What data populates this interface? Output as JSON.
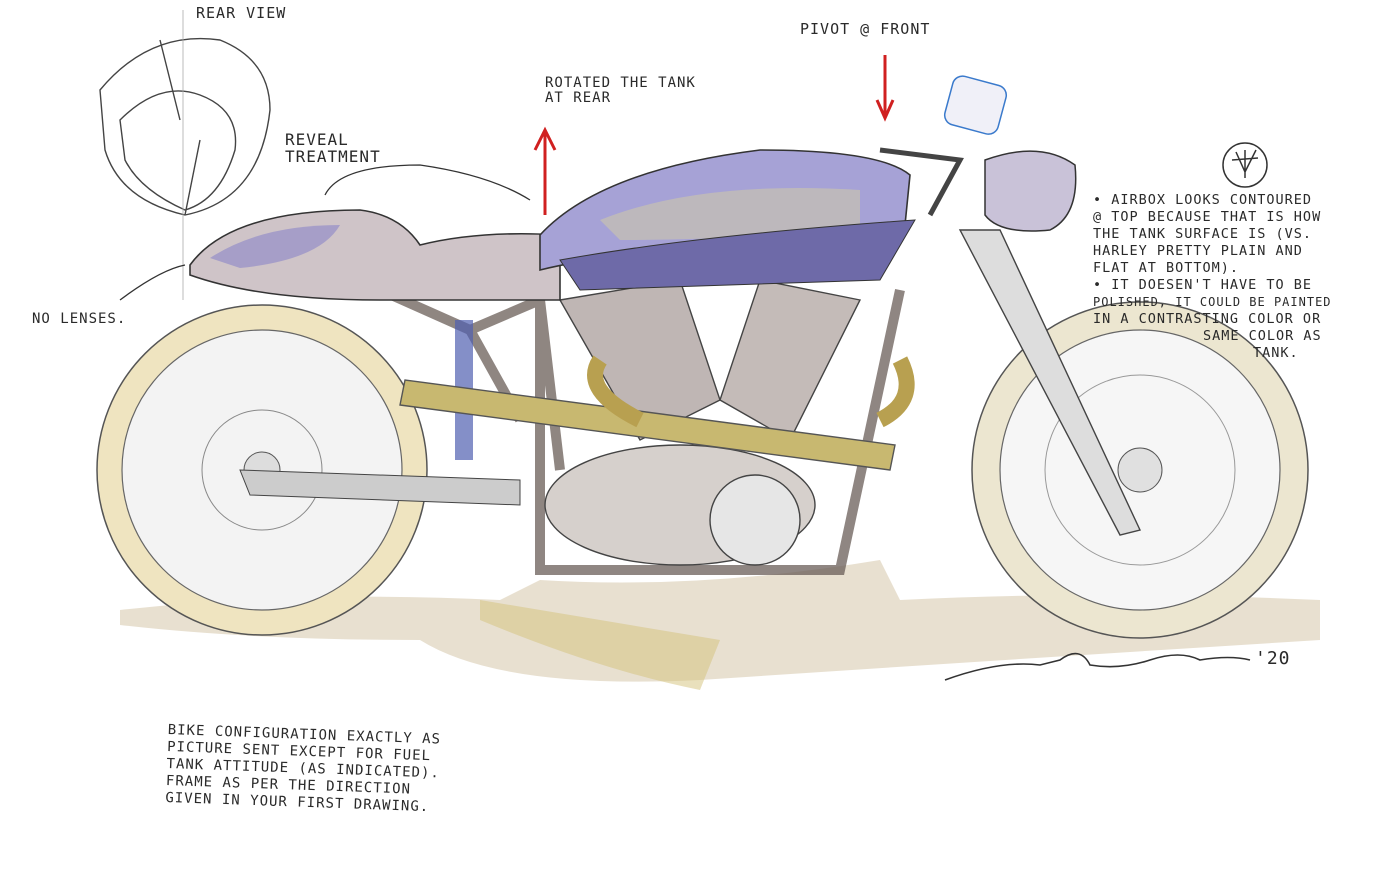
{
  "annotations": {
    "rear_view": "Rear view",
    "pivot": "Pivot @ front",
    "rotated_tank": [
      "Rotated the tank",
      "at rear"
    ],
    "reveal": [
      "Reveal",
      "treatment"
    ],
    "no_lenses": "No lenses.",
    "right_notes": [
      "• Airbox looks contoured",
      "@ top because that is how",
      "the tank surface is (vs.",
      "Harley pretty plain and",
      "flat at bottom).",
      "• It doesen't have to be",
      "polished, it could be painted",
      "in a contrasting color or",
      "same color as",
      "tank."
    ],
    "bottom_note": [
      "Bike configuration exactly as",
      "picture sent except for fuel",
      "tank attitude (as indicated).",
      "Frame as per the direction",
      "given in your first drawing."
    ],
    "signature": "'20"
  },
  "colors": {
    "ink": "#2a2a2a",
    "tank_purple": "#8a86c8",
    "marker_yellow": "#c8b870",
    "marker_taupe": "#b8aaa0",
    "red_arrow": "#d02020",
    "blue_pencil": "#3a7acc"
  }
}
